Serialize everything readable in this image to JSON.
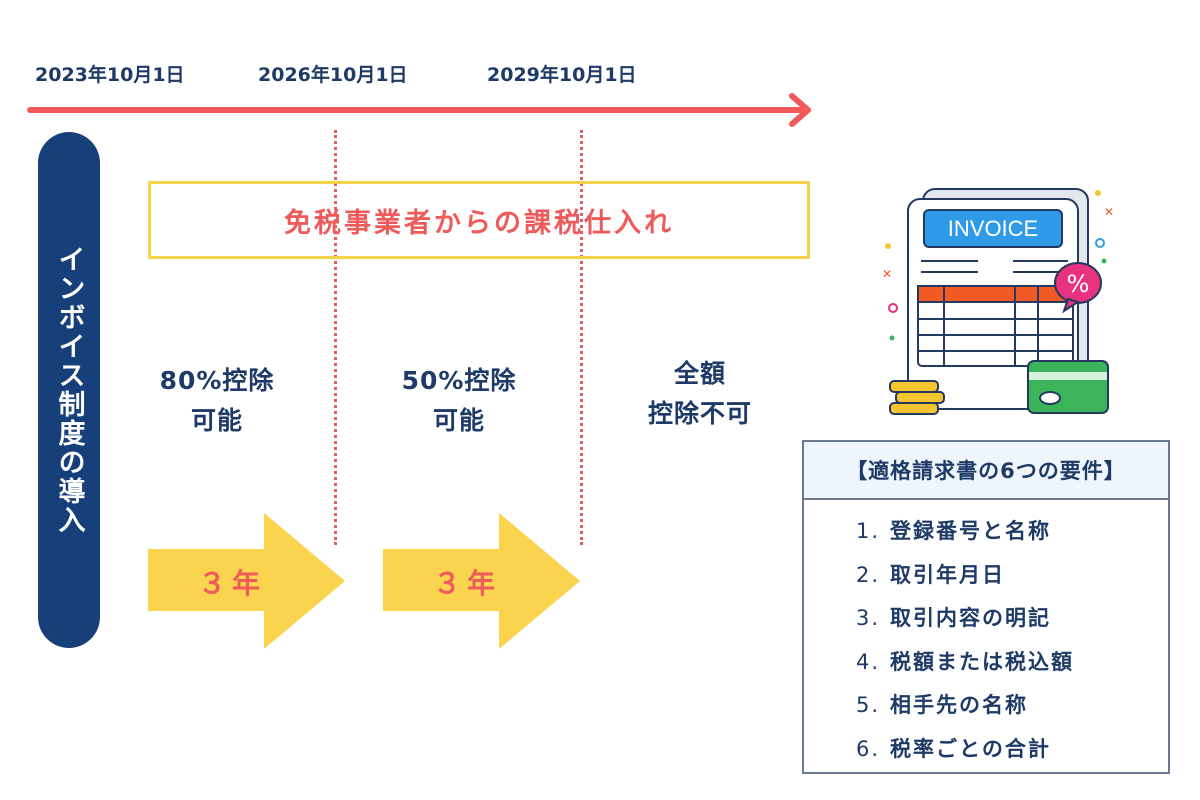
{
  "timeline": {
    "dates": [
      "2023年10月1日",
      "2026年10月1日",
      "2029年10月1日"
    ]
  },
  "side_label": "インボイス制度の導入",
  "banner": "免税事業者からの課税仕入れ",
  "stages": [
    {
      "line1": "80%控除",
      "line2": "可能"
    },
    {
      "line1": "50%控除",
      "line2": "可能"
    },
    {
      "line1": "全額",
      "line2": "控除不可"
    }
  ],
  "arrows": [
    "３年",
    "３年"
  ],
  "illustration": {
    "label": "INVOICE",
    "badge": "%"
  },
  "requirements": {
    "title": "【適格請求書の6つの要件】",
    "items": [
      {
        "num": "1.",
        "text": "登録番号と名称"
      },
      {
        "num": "2.",
        "text": "取引年月日"
      },
      {
        "num": "3.",
        "text": "取引内容の明記"
      },
      {
        "num": "4.",
        "text": "税額または税込額"
      },
      {
        "num": "5.",
        "text": "相手先の名称"
      },
      {
        "num": "6.",
        "text": "税率ごとの合計"
      }
    ]
  },
  "colors": {
    "navy": "#173f7a",
    "red": "#ef5b5b",
    "yellow": "#f4d24a"
  }
}
